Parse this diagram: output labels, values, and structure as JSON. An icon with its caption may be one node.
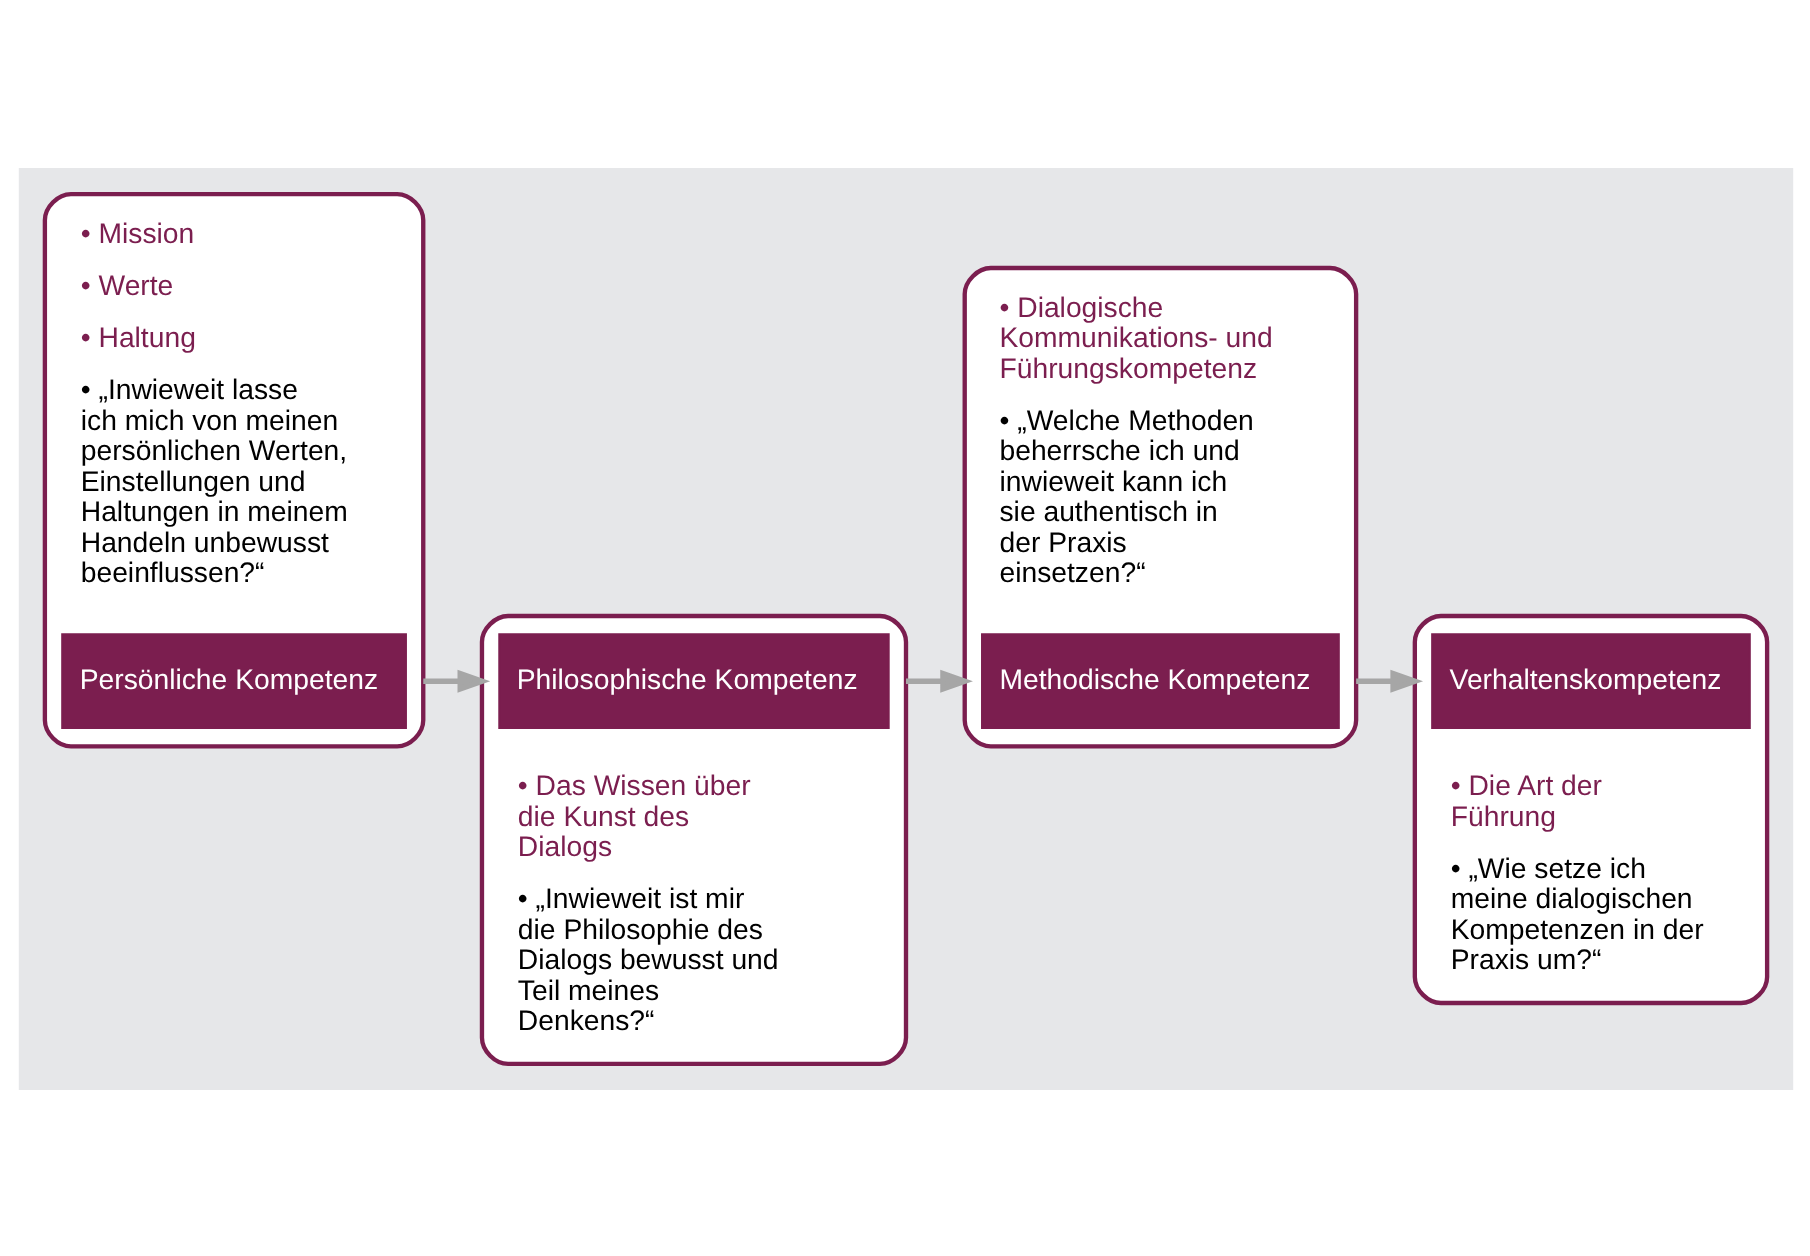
{
  "diagram": {
    "nodes": [
      {
        "text": [
          "• Mission",
          "• Werte",
          "• Haltung",
          "• „Inwieweit lasse ich mich von meinen persönlichen Werten, Einstellungen und Haltungen in meinem Handeln unbewusst beeinflussen?“"
        ]
      },
      {
        "text": [
          "Persönliche Kompetenz"
        ],
        "in": 0
      },
      {
        "text": [
          "• Das Wissen über die Kunst des Dialogs",
          "• „Inwieweit ist mir die Philosophie des Dialogs bewusst und Teil meines Denkens?“"
        ]
      },
      {
        "text": [
          "Philosophische Kompetenz"
        ],
        "in": 2
      },
      {
        "text": [
          "• Dialogische Kommunikations- und Führungskompetenz",
          "• „Welche Methoden beherrsche ich und inwieweit kann ich sie authentisch in der Praxis einsetzen?“"
        ]
      },
      {
        "text": [
          "Methodische Kompetenz"
        ],
        "in": 4
      },
      {
        "text": [
          "• Die Art der Führung",
          "• „Wie setze ich meine dialogischen Kompetenzen in der Praxis um?“"
        ]
      },
      {
        "text": [
          "Verhaltenskompetenz"
        ],
        "in": 6
      }
    ],
    "edges": [
      {
        "from": 0,
        "to": 2,
        "arrow": "to"
      },
      {
        "from": 2,
        "to": 4,
        "arrow": "to"
      },
      {
        "from": 4,
        "to": 6,
        "arrow": "to"
      }
    ]
  }
}
